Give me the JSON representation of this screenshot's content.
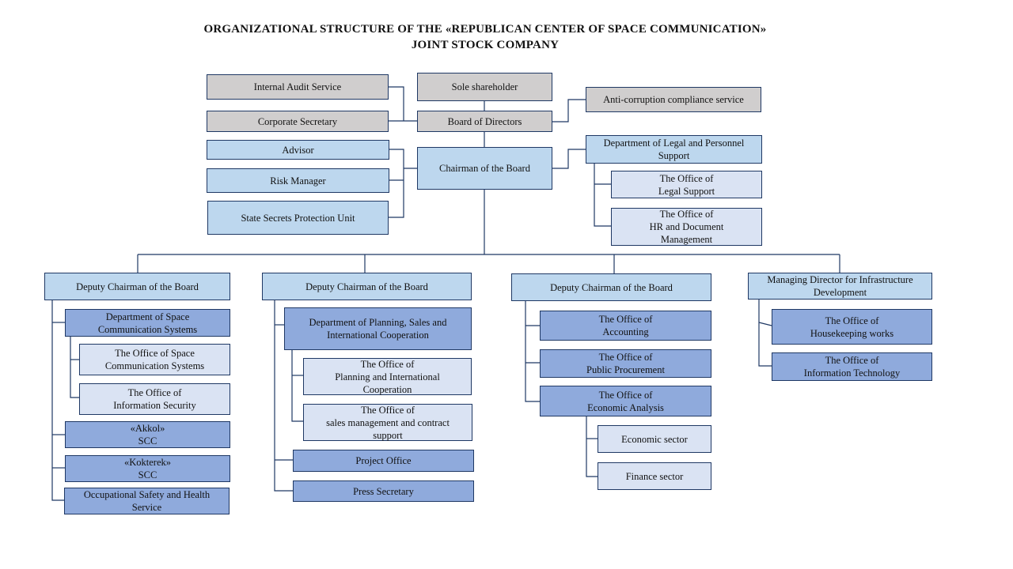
{
  "title": {
    "line1": "ORGANIZATIONAL  STRUCTURE OF THE «REPUBLICAN  CENTER OF SPACE COMMUNICATION»",
    "line2": "JOINT STOCK COMPANY"
  },
  "top": {
    "internal_audit": "Internal Audit Service",
    "corporate_secretary": "Corporate Secretary",
    "sole_shareholder": "Sole shareholder",
    "board_of_directors": "Board of Directors",
    "anti_corruption": "Anti-corruption compliance service",
    "advisor": "Advisor",
    "risk_manager": "Risk Manager",
    "state_secrets": "State Secrets Protection Unit",
    "chairman": "Chairman  of the Board",
    "legal_dept": "Department of Legal and Personnel\nSupport",
    "legal_office": "The Office  of\nLegal Support",
    "hr_office": "The Office  of\nHR and Document\nManagement"
  },
  "branch1": {
    "head": "Deputy Chairman  of the Board",
    "dept_space": "Department of Space\nCommunication  Systems",
    "office_space": "The Office  of Space\nCommunication  Systems",
    "office_infosec": "The Office  of\nInformation Security",
    "akkol": "«Akkol»\nSCC",
    "kokterek": "«Kokterek»\nSCC",
    "safety": "Occupational Safety and Health\nService"
  },
  "branch2": {
    "head": "Deputy Chairman  of the Board",
    "dept_planning": "Department of Planning, Sales and\nInternational Cooperation",
    "office_planning": "The Office  of\nPlanning and International\nCooperation",
    "office_sales": "The Office  of\nsales management  and contract\nsupport",
    "project_office": "Project Office",
    "press_secretary": "Press Secretary"
  },
  "branch3": {
    "head": "Deputy Chairman  of the Board",
    "accounting": "The Office  of\nAccounting",
    "procurement": "The Office  of\nPublic Procurement",
    "economic_analysis": "The Office  of\nEconomic  Analysis",
    "economic_sector": "Economic  sector",
    "finance_sector": "Finance sector"
  },
  "branch4": {
    "head": "Managing Director for Infrastructure\nDevelopment",
    "housekeeping": "The Office  of\nHousekeeping works",
    "it": "The Office  of\nInformation  Technology"
  }
}
